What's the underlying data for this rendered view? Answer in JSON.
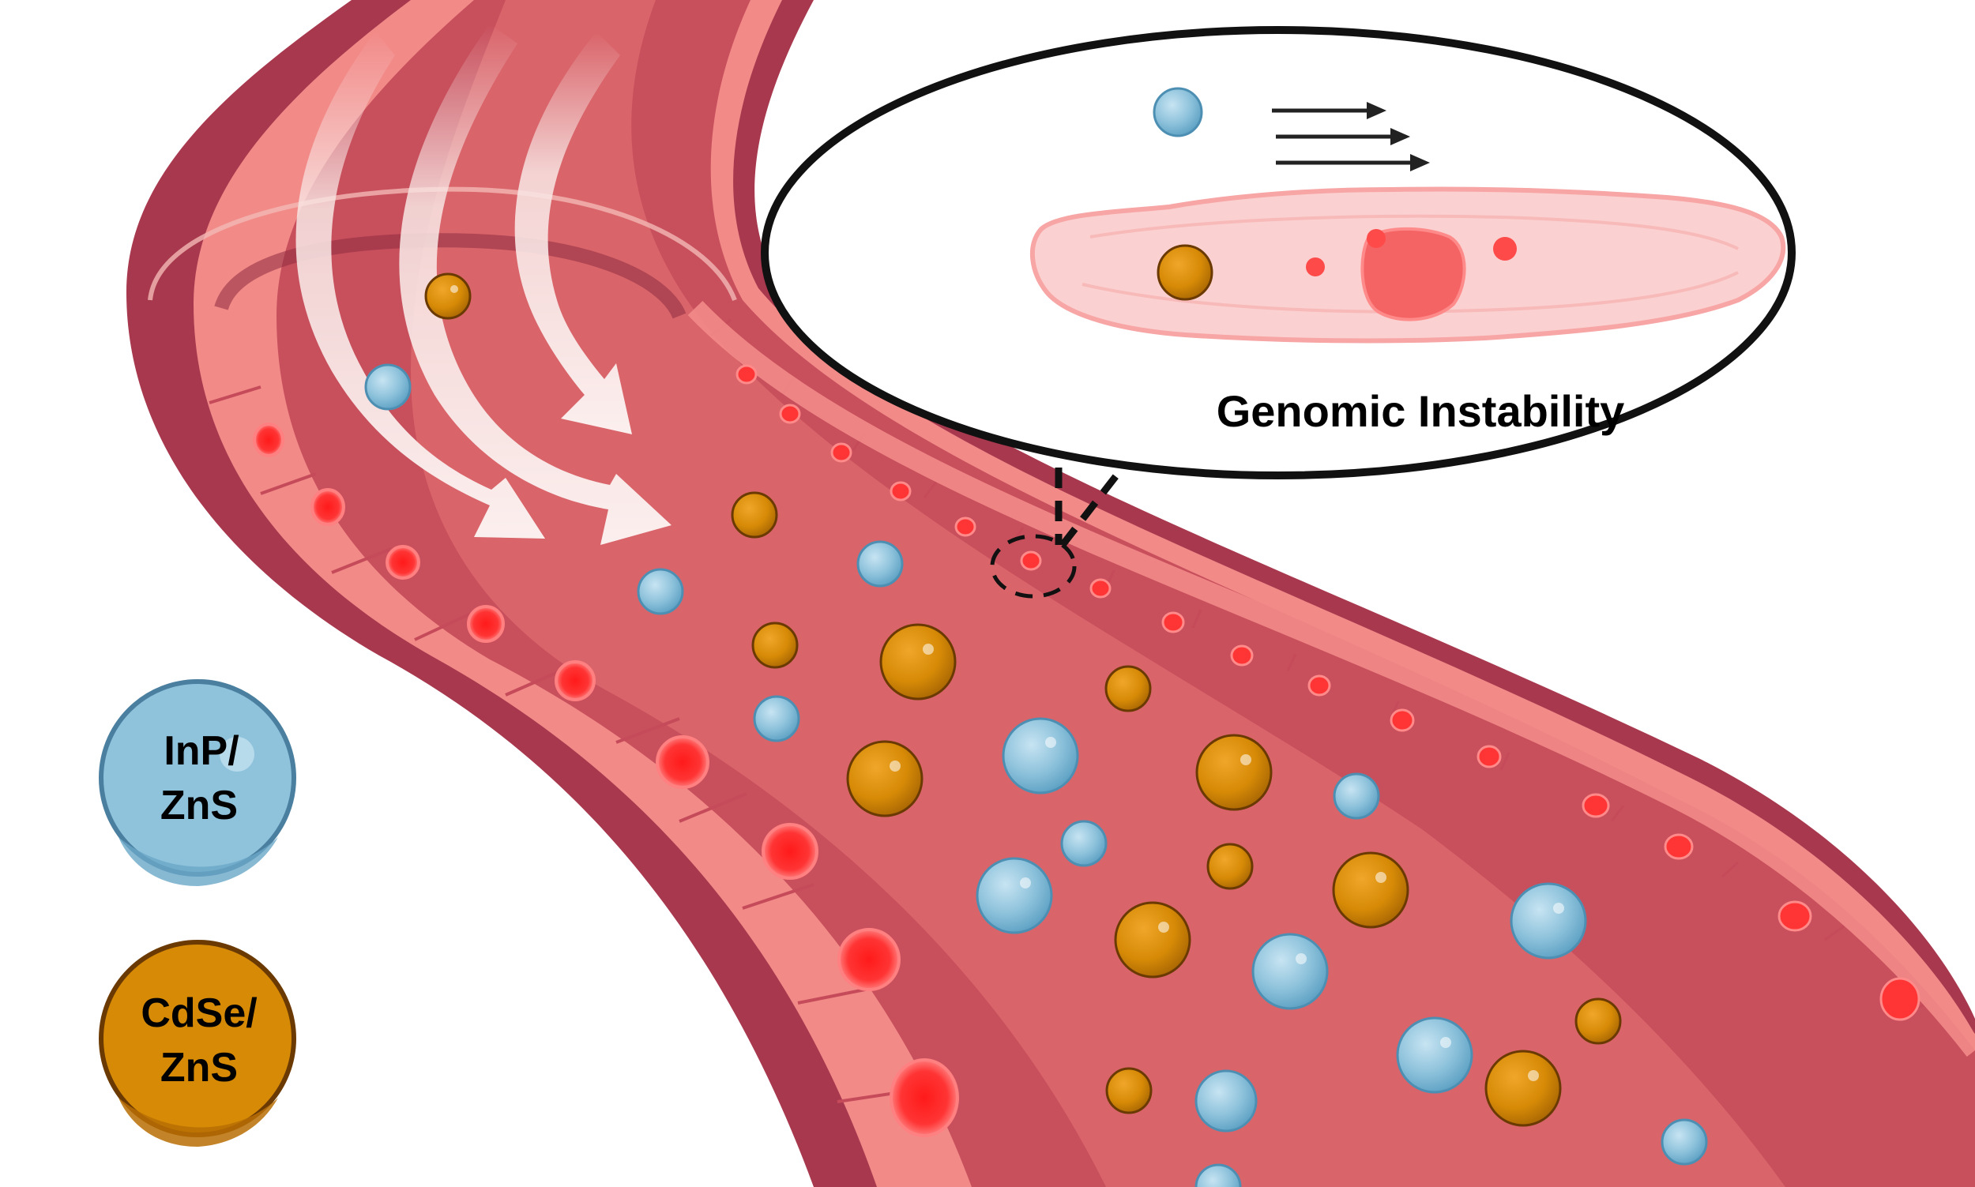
{
  "callout": {
    "title": "Genomic Instability"
  },
  "legend": {
    "inp_label_line1": "InP/",
    "inp_label_line2": "ZnS",
    "cdse_label_line1": "CdSe/",
    "cdse_label_line2": "ZnS"
  },
  "colors": {
    "inp_fill": "#8fc3dc",
    "inp_stroke": "#4d8fb3",
    "cdse_fill": "#d68a06",
    "cdse_stroke": "#7a4404",
    "vessel_outer": "#a8384e",
    "vessel_lumen": "#c84f5c",
    "vessel_lumen_light": "#d9646a",
    "endothelium": "#f28a88",
    "nucleus": "#ff3434",
    "flow_arrow": "#f8e6e4"
  },
  "icons": [
    "flow-arrow-icon",
    "motion-arrow-icon",
    "nucleus-icon",
    "cell-icon"
  ]
}
